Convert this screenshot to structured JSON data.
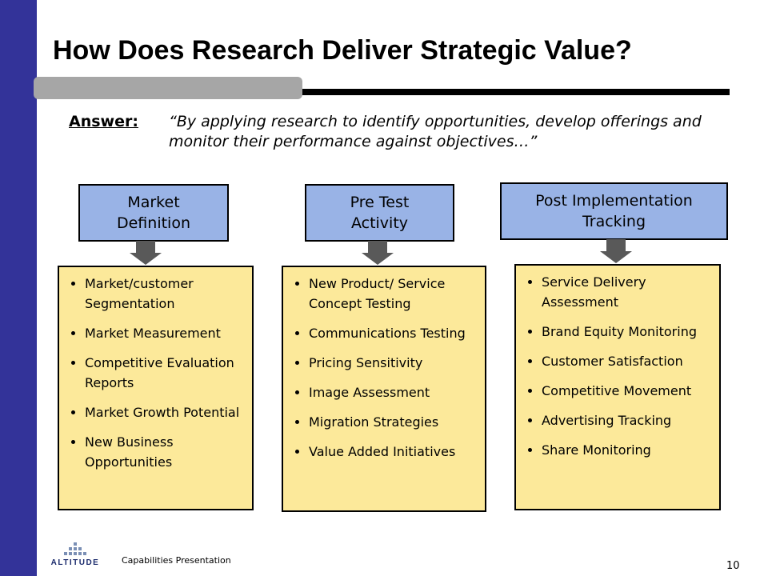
{
  "slide": {
    "title": "How Does Research Deliver Strategic Value?",
    "answer_label": "Answer:",
    "answer_text": "“By applying research to identify opportunities, develop offerings and monitor their performance against objectives…”"
  },
  "columns": [
    {
      "header": "Market\nDefinition",
      "items": [
        "Market/customer Segmentation",
        "Market Measurement",
        "Competitive Evaluation Reports",
        "Market Growth Potential",
        "New Business Opportunities"
      ]
    },
    {
      "header": "Pre Test\nActivity",
      "items": [
        "New Product/ Service Concept Testing",
        "Communications Testing",
        "Pricing Sensitivity",
        "Image Assessment",
        "Migration Strategies",
        "Value Added Initiatives"
      ]
    },
    {
      "header": "Post Implementation\nTracking",
      "items": [
        "Service Delivery Assessment",
        "Brand Equity Monitoring",
        "Customer Satisfaction",
        "Competitive Movement",
        "Advertising Tracking",
        "Share Monitoring"
      ]
    }
  ],
  "footer": {
    "logo_text": "ALTITUDE",
    "presentation_name": "Capabilities Presentation",
    "page_number": "10"
  },
  "colors": {
    "sidebar": "#333399",
    "header_box": "#99b3e6",
    "list_box": "#fce99a",
    "arrow": "#595959"
  }
}
